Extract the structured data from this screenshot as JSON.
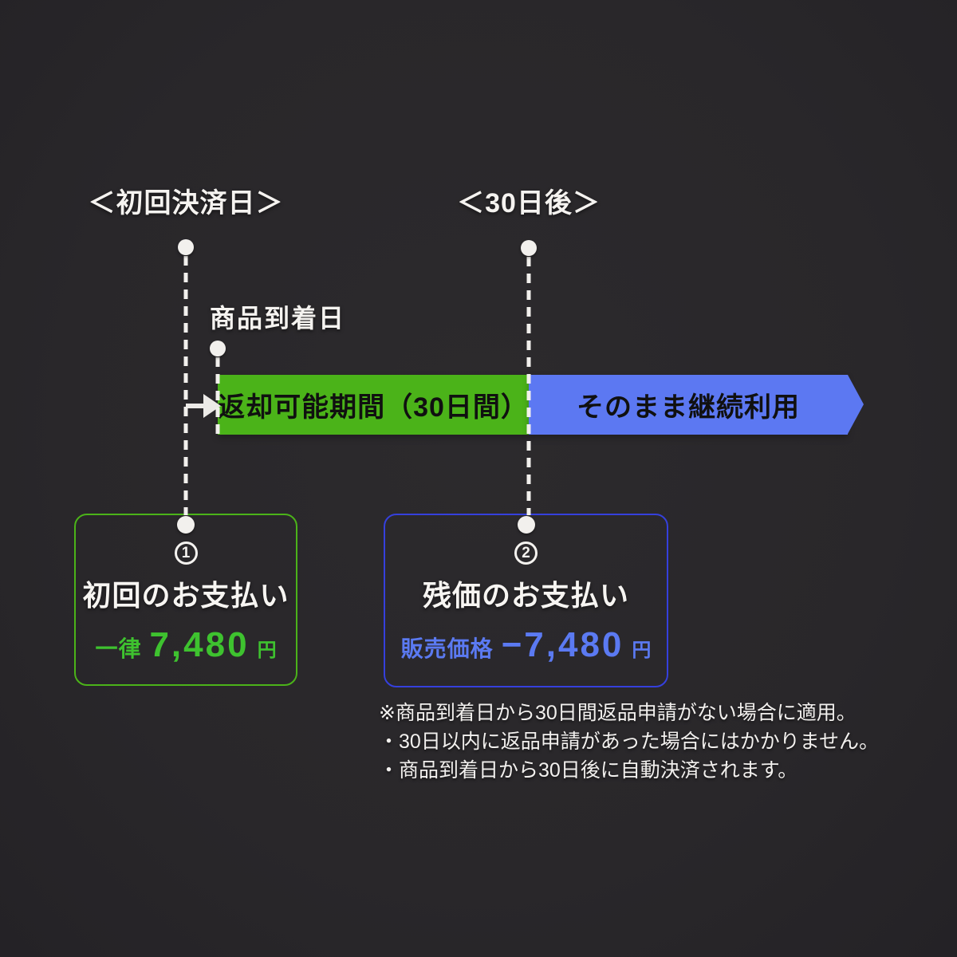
{
  "colors": {
    "background": "#29272A",
    "bar_green": "#4BB319",
    "bar_blue": "#5C78F2",
    "box_blue_border": "#3540DD",
    "price_green": "#3EC22F",
    "price_blue": "#5B7AF2",
    "dot_white": "#F2F0ED",
    "bar_text": "#101010"
  },
  "timeline": {
    "first_payment_label": "＜初回決済日＞",
    "after_30_days_label": "＜30日後＞",
    "arrival_label": "商品到着日",
    "return_period_label": "返却可能期間（30日間）",
    "continue_label": "そのまま継続利用"
  },
  "boxes": [
    {
      "number": "1",
      "title": "初回のお支払い",
      "price_prefix": "一律",
      "price_value": "7,480",
      "price_suffix": "円"
    },
    {
      "number": "2",
      "title": "残価のお支払い",
      "price_prefix": "販売価格",
      "price_value": "−7,480",
      "price_suffix": "円"
    }
  ],
  "footnotes": [
    "※商品到着日から30日間返品申請がない場合に適用。",
    "・30日以内に返品申請があった場合にはかかりません。",
    "・商品到着日から30日後に自動決済されます。"
  ]
}
